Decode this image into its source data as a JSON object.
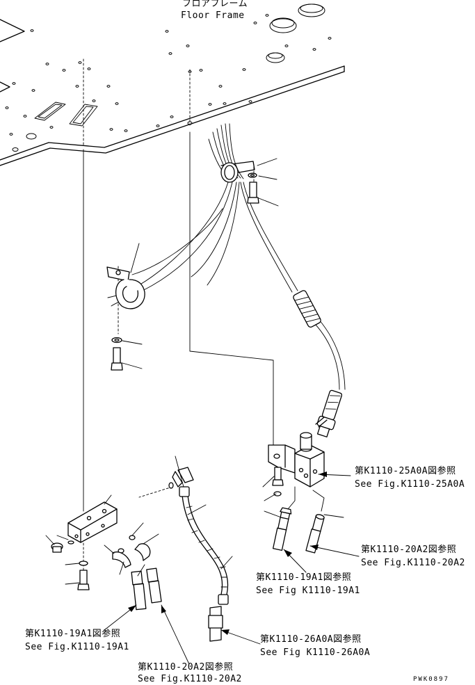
{
  "header": {
    "title_jp": "フロアフレーム",
    "title_en": "Floor Frame"
  },
  "references": [
    {
      "jp": "第K1110-25A0A図参照",
      "en": "See Fig.K1110-25A0A"
    },
    {
      "jp": "第K1110-20A2図参照",
      "en": "See Fig.K1110-20A2"
    },
    {
      "jp": "第K1110-19A1図参照",
      "en": "See Fig K1110-19A1"
    },
    {
      "jp": "第K1110-26A0A図参照",
      "en": "See Fig K1110-26A0A"
    },
    {
      "jp": "第K1110-19A1図参照",
      "en": "See Fig.K1110-19A1"
    },
    {
      "jp": "第K1110-20A2図参照",
      "en": "See Fig.K1110-20A2"
    }
  ],
  "drawing_code": "PWK0897"
}
